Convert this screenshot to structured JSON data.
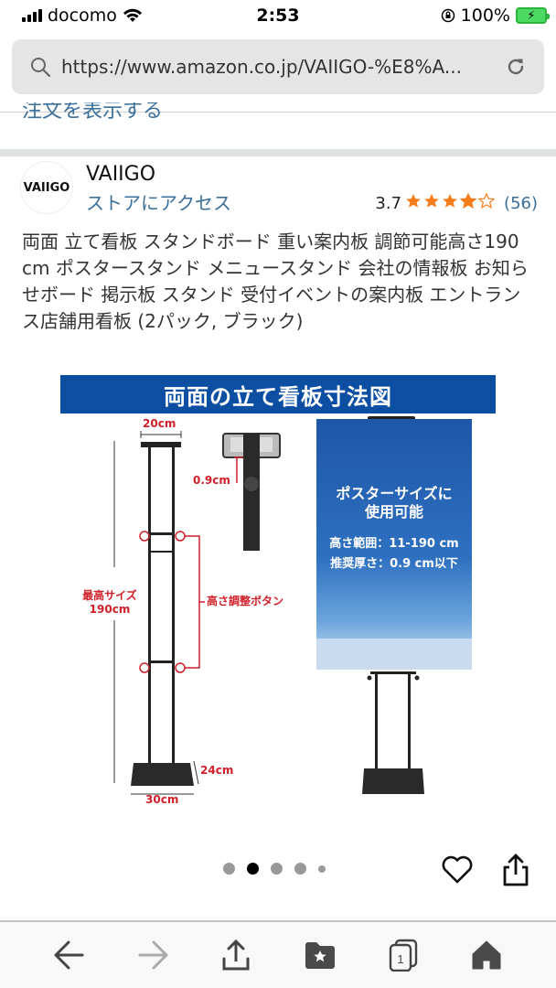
{
  "status_bar": {
    "carrier": "docomo",
    "time": "2:53",
    "battery_percent": "100%",
    "icons": [
      "signal-icon",
      "wifi-icon",
      "orientation-lock-icon",
      "battery-charging-icon"
    ]
  },
  "url_bar": {
    "url": "https://www.amazon.co.jp/VAIIGO-%E8%A...",
    "icons": [
      "search-icon",
      "reload-icon"
    ]
  },
  "previous_link": "注文を表示する",
  "brand": {
    "logo_text": "VAIIGO",
    "name": "VAIIGO",
    "store_link": "ストアにアクセス",
    "rating_value": "3.7",
    "stars": "★★★⯪☆",
    "rating_count": "(56)",
    "accent_color": "#f47d1a",
    "link_color": "#3a6f9a"
  },
  "product": {
    "title": "両面 立て看板 スタンドボード 重い案内板 調節可能高さ190 cm ポスタースタンド メニュースタンド 会社の情報板 お知らせボード 掲示板 スタンド 受付イベントの案内板 エントランス店舗用看板 (2パック, ブラック)"
  },
  "product_image": {
    "banner": "両面の立て看板寸法図",
    "banner_color": "#0b4ea2",
    "labels": {
      "top_width": "20cm",
      "clip_thickness": "0.9cm",
      "max_height_line1": "最高サイズ",
      "max_height_line2": "190cm",
      "adjust_button": "高さ調整ボタン",
      "base_depth": "24cm",
      "base_width": "30cm"
    },
    "poster": {
      "title_line1": "ポスターサイズに",
      "title_line2": "使用可能",
      "spec_height": "高さ範囲：11-190 cm",
      "spec_thickness": "推奨厚さ：0.9 cm以下"
    }
  },
  "carousel": {
    "total": 5,
    "active_index": 1
  },
  "actions": {
    "wishlist": "heart-icon",
    "share": "share-icon"
  },
  "toolbar": {
    "items": [
      "back-icon",
      "forward-icon",
      "share-icon",
      "bookmarks-icon",
      "tabs-icon",
      "home-icon"
    ],
    "tab_count": "1"
  }
}
